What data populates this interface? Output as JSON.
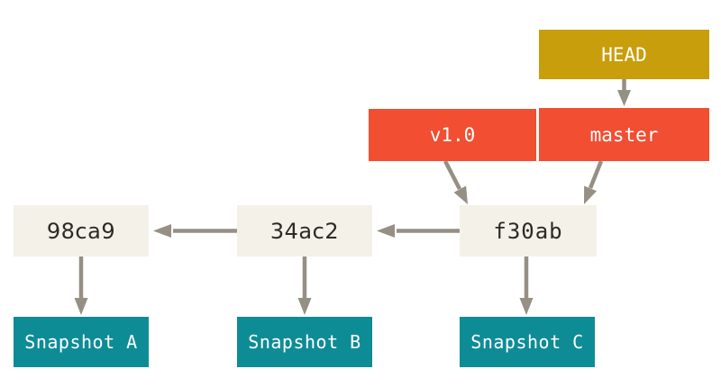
{
  "diagram": {
    "pointers": {
      "head": {
        "label": "HEAD"
      },
      "v1": {
        "label": "v1.0"
      },
      "master": {
        "label": "master"
      }
    },
    "commits": {
      "c98ca9": {
        "label": "98ca9"
      },
      "c34ac2": {
        "label": "34ac2"
      },
      "cf30ab": {
        "label": "f30ab"
      }
    },
    "snapshots": {
      "a": {
        "label": "Snapshot A"
      },
      "b": {
        "label": "Snapshot B"
      },
      "c": {
        "label": "Snapshot C"
      }
    },
    "edges": [
      {
        "from": "HEAD",
        "to": "master"
      },
      {
        "from": "v1.0",
        "to": "f30ab"
      },
      {
        "from": "master",
        "to": "f30ab"
      },
      {
        "from": "f30ab",
        "to": "34ac2"
      },
      {
        "from": "34ac2",
        "to": "98ca9"
      },
      {
        "from": "98ca9",
        "to": "Snapshot A"
      },
      {
        "from": "34ac2",
        "to": "Snapshot B"
      },
      {
        "from": "f30ab",
        "to": "Snapshot C"
      }
    ],
    "colors": {
      "head_bg": "#C99E0C",
      "ref_bg": "#F14E32",
      "commit_bg": "#F4F1E8",
      "snapshot_bg": "#0E8C96",
      "arrow": "#968F84",
      "commit_text": "#2E2A23",
      "light_text": "#FFFFFF",
      "background": "#FFFFFF"
    }
  }
}
